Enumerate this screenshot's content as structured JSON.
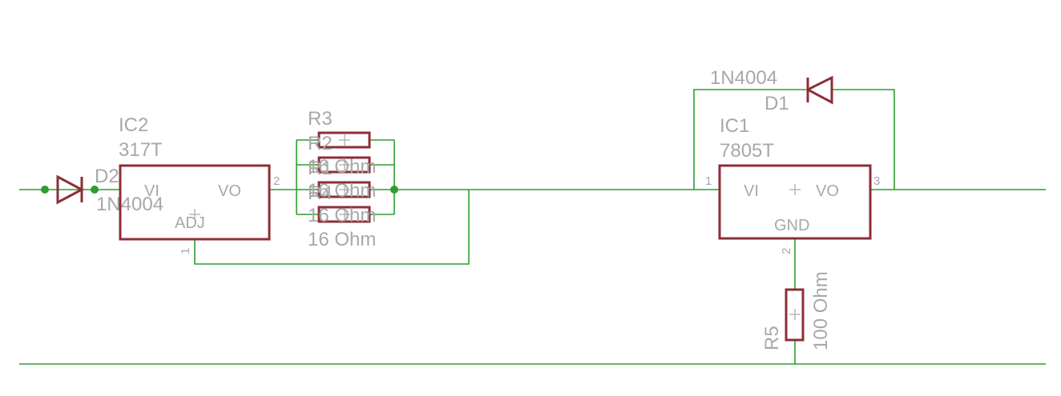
{
  "components": {
    "ic2": {
      "name": "IC2",
      "value": "317T",
      "pin_vi": "VI",
      "pin_vo": "VO",
      "pin_adj": "ADJ",
      "pin1": "1",
      "pin2": "2"
    },
    "d2": {
      "name": "D2",
      "value": "1N4004"
    },
    "r3": {
      "name": "R3",
      "value": "16 Ohm"
    },
    "r2": {
      "name": "R2",
      "value": "16 Ohm"
    },
    "r1": {
      "name": "R1",
      "value": "16 Ohm"
    },
    "r4": {
      "name": "R4",
      "value": "16 Ohm"
    },
    "ic1": {
      "name": "IC1",
      "value": "7805T",
      "pin_vi": "VI",
      "pin_vo": "VO",
      "pin_gnd": "GND",
      "pin1": "1",
      "pin2": "2",
      "pin3": "3"
    },
    "d1": {
      "name": "D1",
      "value": "1N4004"
    },
    "r5": {
      "name": "R5",
      "value": "100 Ohm"
    }
  }
}
